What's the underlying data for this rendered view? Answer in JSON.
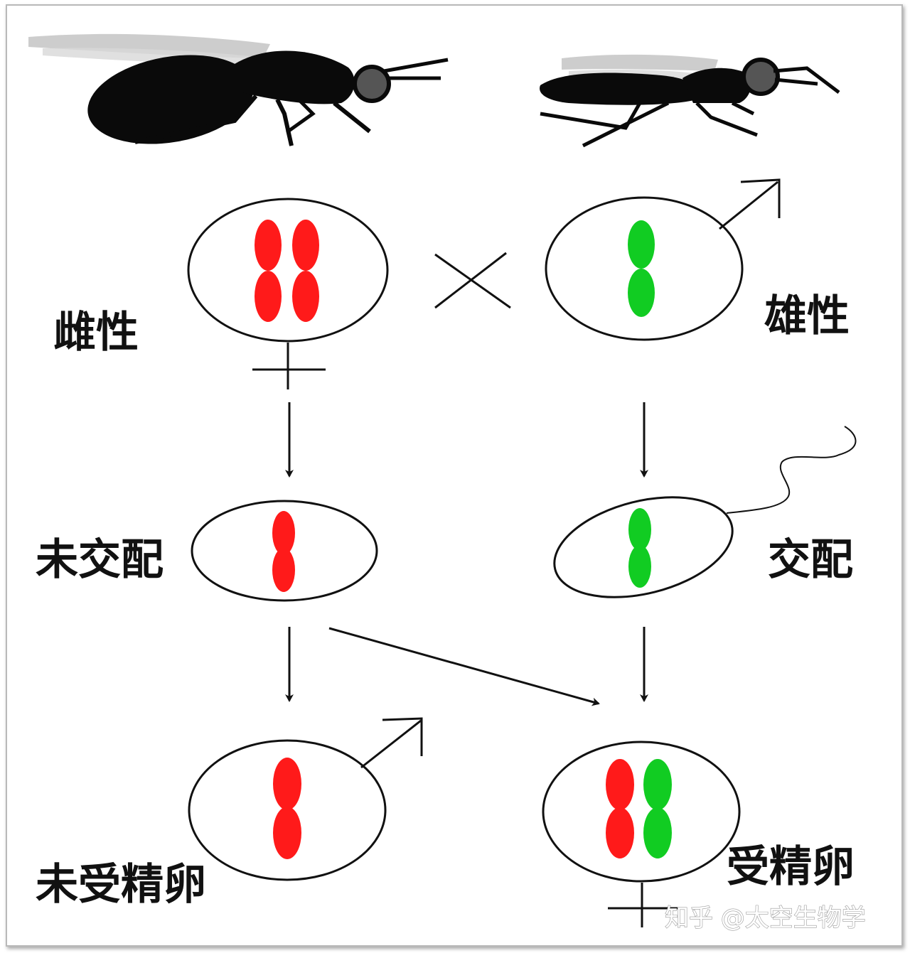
{
  "labels": {
    "female": "雌性",
    "male": "雄性",
    "unmated": "未交配",
    "mated": "交配",
    "unfertilized_egg": "未受精卵",
    "fertilized_egg": "受精卵"
  },
  "watermark": "知乎 @太空生物学",
  "colors": {
    "female_chromosome": "#ff1a1a",
    "male_chromosome": "#11cc22",
    "line": "#111111",
    "silhouette": "#0a0a0a",
    "wing": "#c8c8c8",
    "eye": "#555555"
  },
  "icons": [
    "female-wasp-icon",
    "male-wasp-icon",
    "female-symbol-icon",
    "male-symbol-icon",
    "cross-icon",
    "sperm-tail-icon"
  ]
}
